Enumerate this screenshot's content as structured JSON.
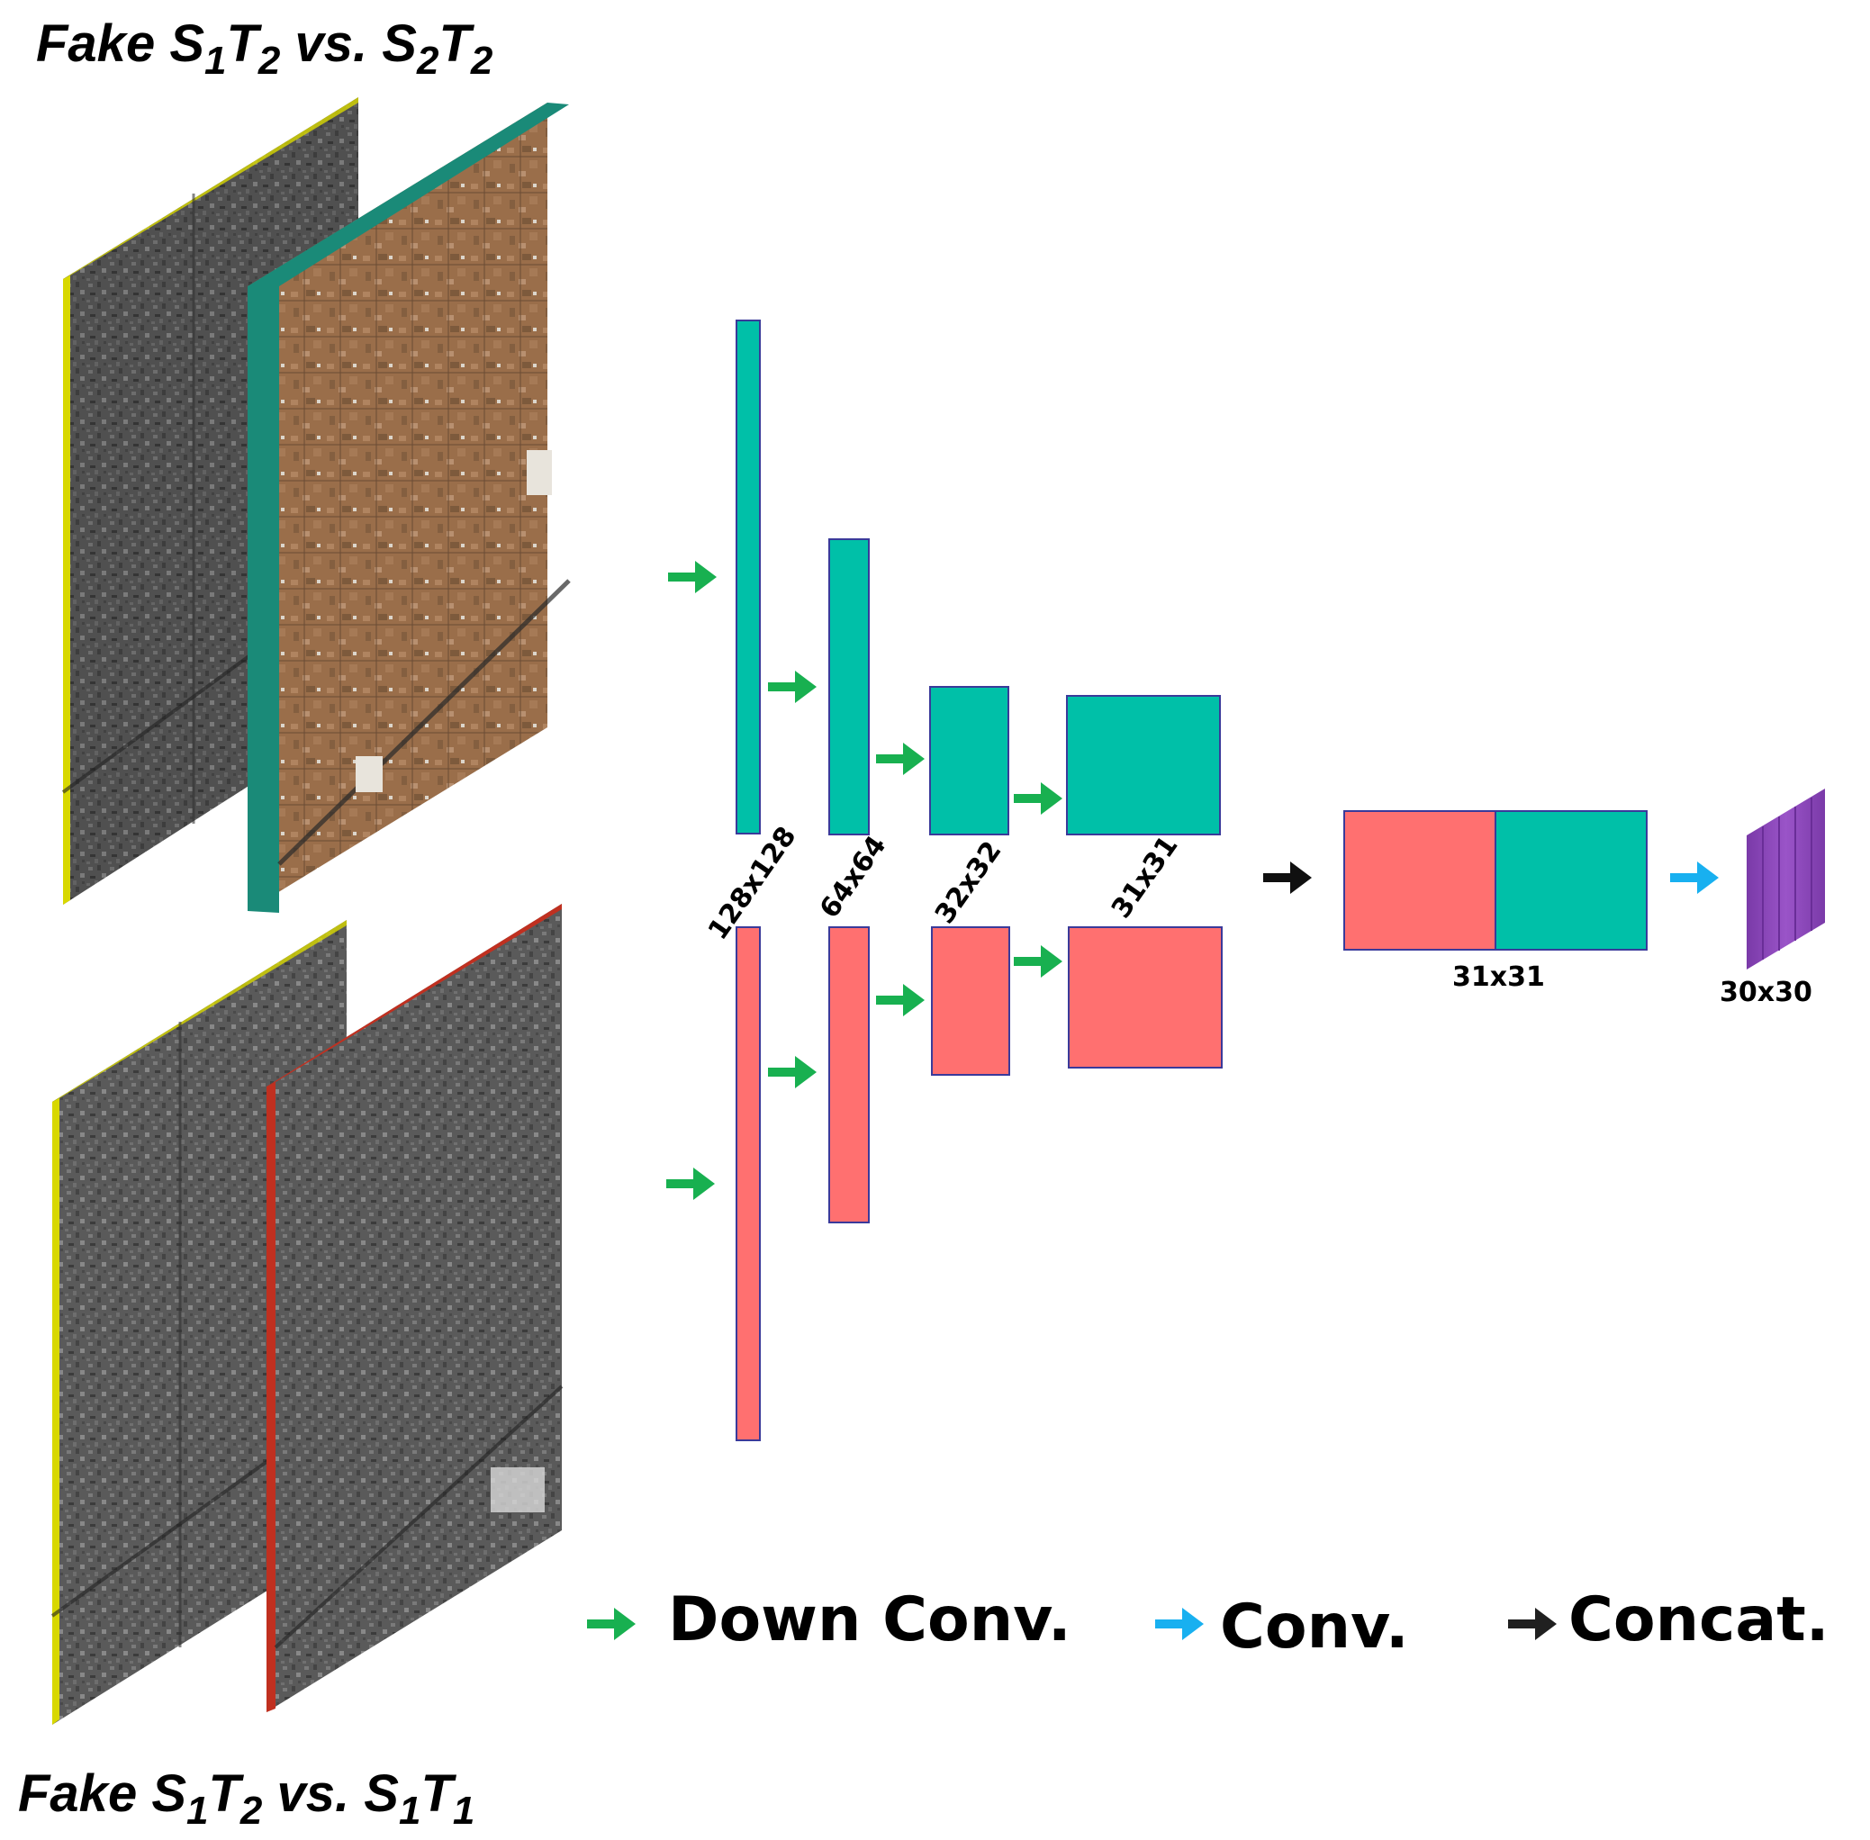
{
  "captions": {
    "top": {
      "pre": "Fake S",
      "s1": "1",
      "mid1": "T",
      "t2": "2",
      "mid2": " vs.  S",
      "s2": "2",
      "mid3": "T",
      "t3": "2"
    },
    "bottom": {
      "pre": "Fake S",
      "s1": "1",
      "mid1": "T",
      "t2": "2",
      "mid2": " vs.  S",
      "s2": "1",
      "mid3": "T",
      "t3": "1"
    }
  },
  "dimensions": {
    "d1": "128x128",
    "d2": "64x64",
    "d3": "32x32",
    "d4": "31x31",
    "concat": "31x31",
    "output": "30x30"
  },
  "legend": {
    "down_conv": "Down Conv.",
    "conv": "Conv.",
    "concat": "Concat."
  },
  "colors": {
    "teal_block": "#00c0a8",
    "red_block": "#ff7070",
    "output_purple": "#8a44b8",
    "arrow_down_conv": "#18b050",
    "arrow_conv": "#18b0f0",
    "arrow_concat": "#202020",
    "frame_yellow": "#d8d800",
    "frame_teal": "#1a8a78",
    "frame_red": "#c03020"
  }
}
